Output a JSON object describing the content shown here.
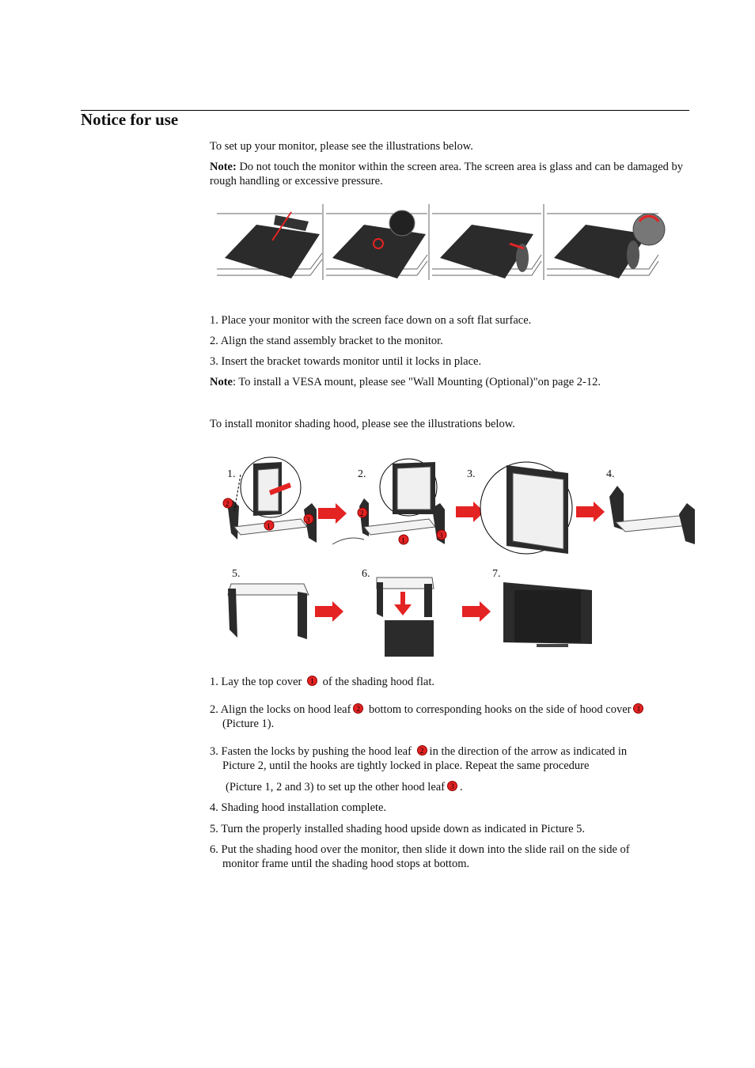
{
  "header": {
    "title": "Notice for use"
  },
  "intro": "To set up your monitor, please see the illustrations below.",
  "note1": {
    "label": "Note:",
    "text": " Do not touch the monitor within the screen area. The screen area is glass and can be damaged by rough handling or excessive pressure."
  },
  "stand_steps": [
    "1. Place your monitor with the screen face down on a soft flat surface.",
    "2. Align the stand assembly bracket to the monitor.",
    "3. Insert the bracket towards monitor until it locks in place."
  ],
  "note2": {
    "label": "Note",
    "text": ": To install a VESA mount, please see \"Wall Mounting (Optional)\"on page 2-12."
  },
  "hood_intro": "To install monitor shading hood, please see the illustrations below.",
  "hood_fig_labels": [
    "1.",
    "2.",
    "3.",
    "4.",
    "5.",
    "6.",
    "7."
  ],
  "badges": [
    "1",
    "2",
    "3"
  ],
  "hood_steps": {
    "s1_a": "1. Lay the top cover ",
    "s1_b": " of the shading hood flat.",
    "s2_a": "2. Align the locks on hood leaf",
    "s2_b": " bottom to corresponding hooks on the side of hood cover",
    "s2_c": "(Picture 1).",
    "s3_a": "3. Fasten the locks by pushing the hood leaf ",
    "s3_b": "in the direction of the arrow as indicated in",
    "s3_c": "Picture 2, until the hooks are tightly locked in place. Repeat the same procedure",
    "s3_d": "(Picture 1, 2 and 3) to set up the other hood leaf",
    "s3_e": ".",
    "s4": "4. Shading hood installation complete.",
    "s5": "5. Turn the properly installed shading hood upside down as indicated in Picture 5.",
    "s6_a": "6. Put the shading hood over the monitor, then slide it down into the slide rail on the side of",
    "s6_b": "monitor frame until the shading hood stops at bottom."
  },
  "colors": {
    "accent": "#e42323",
    "monitor": "#2b2b2b"
  }
}
